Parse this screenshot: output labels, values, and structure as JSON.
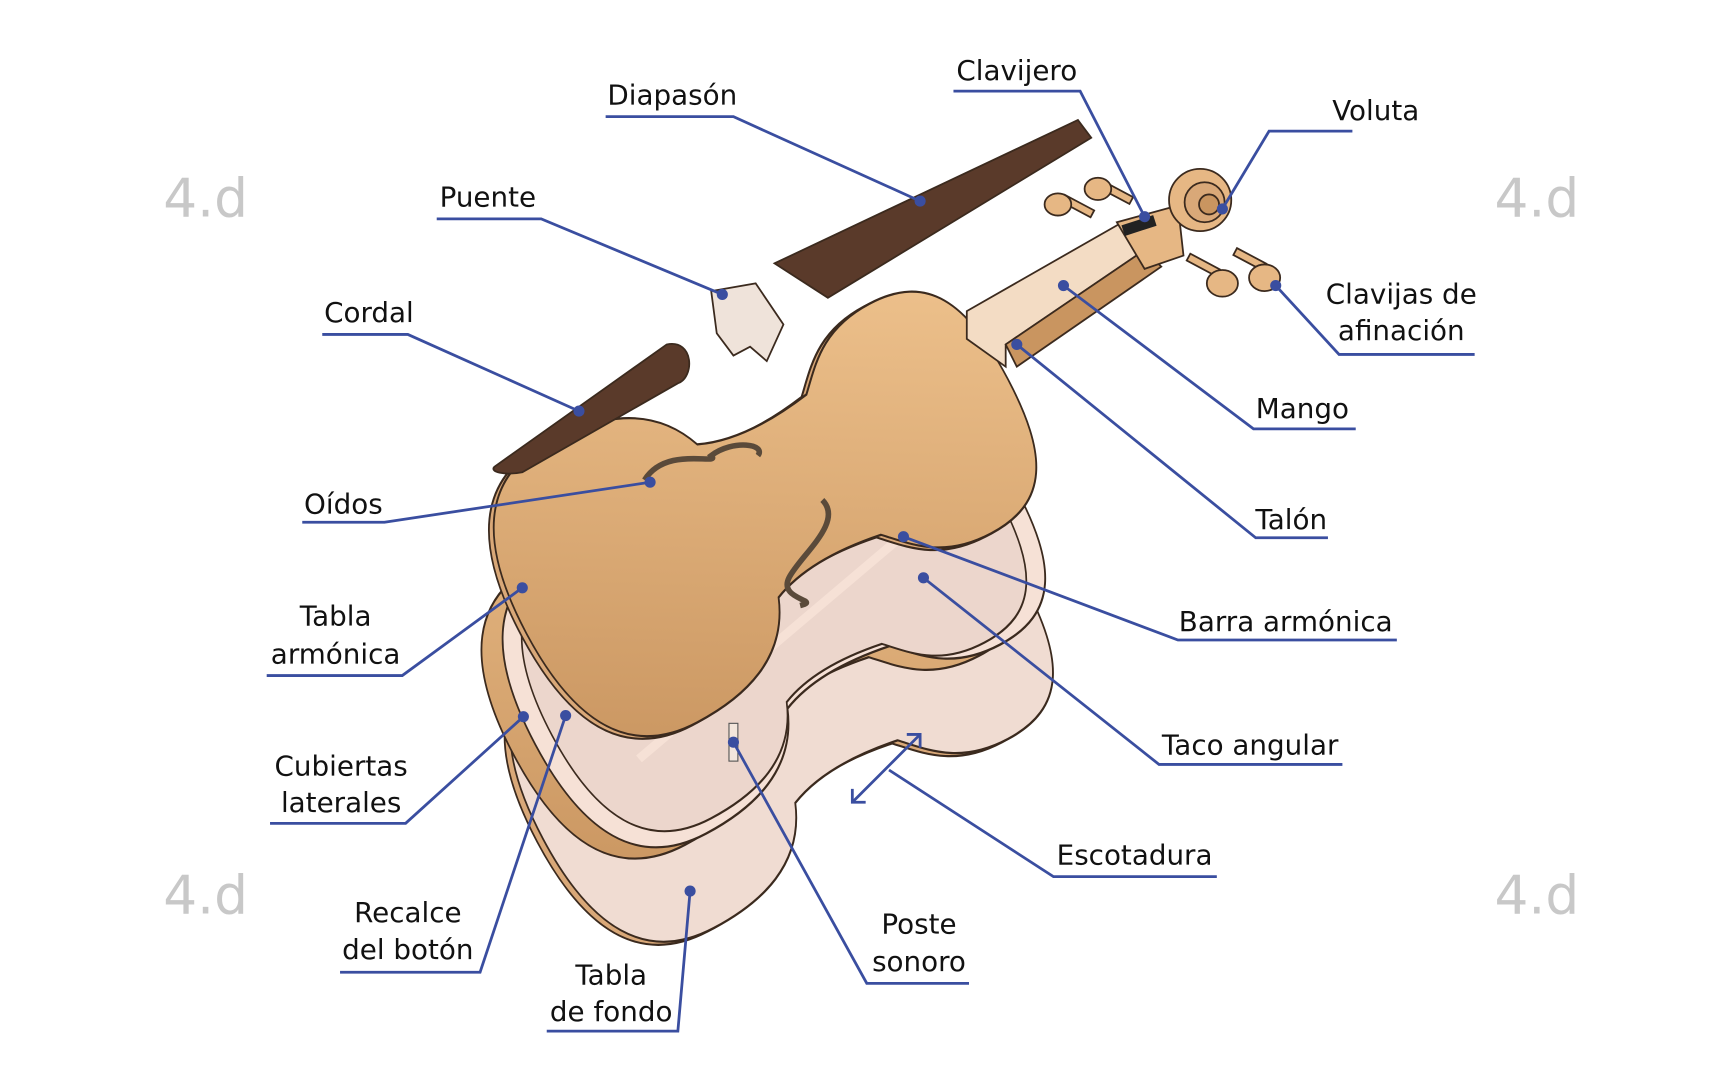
{
  "watermark": "4.d",
  "colors": {
    "leader": "#3a4ea0",
    "wood_light": "#e6b784",
    "wood_dark": "#5a3a2a",
    "back_plate": "#f0dcd2"
  },
  "labels": {
    "diapason": [
      "Diapasón"
    ],
    "clavijero": [
      "Clavijero"
    ],
    "voluta": [
      "Voluta"
    ],
    "puente": [
      "Puente"
    ],
    "cordal": [
      "Cordal"
    ],
    "clavijas": [
      "Clavijas de",
      "afinación"
    ],
    "mango": [
      "Mango"
    ],
    "talon": [
      "Talón"
    ],
    "oidos": [
      "Oídos"
    ],
    "barra": [
      "Barra armónica"
    ],
    "tabla_armonica": [
      "Tabla",
      "armónica"
    ],
    "taco": [
      "Taco angular"
    ],
    "cubiertas": [
      "Cubiertas",
      "laterales"
    ],
    "escotadura": [
      "Escotadura"
    ],
    "recalce": [
      "Recalce",
      "del botón"
    ],
    "poste": [
      "Poste",
      "sonoro"
    ],
    "tabla_fondo": [
      "Tabla",
      "de fondo"
    ]
  }
}
